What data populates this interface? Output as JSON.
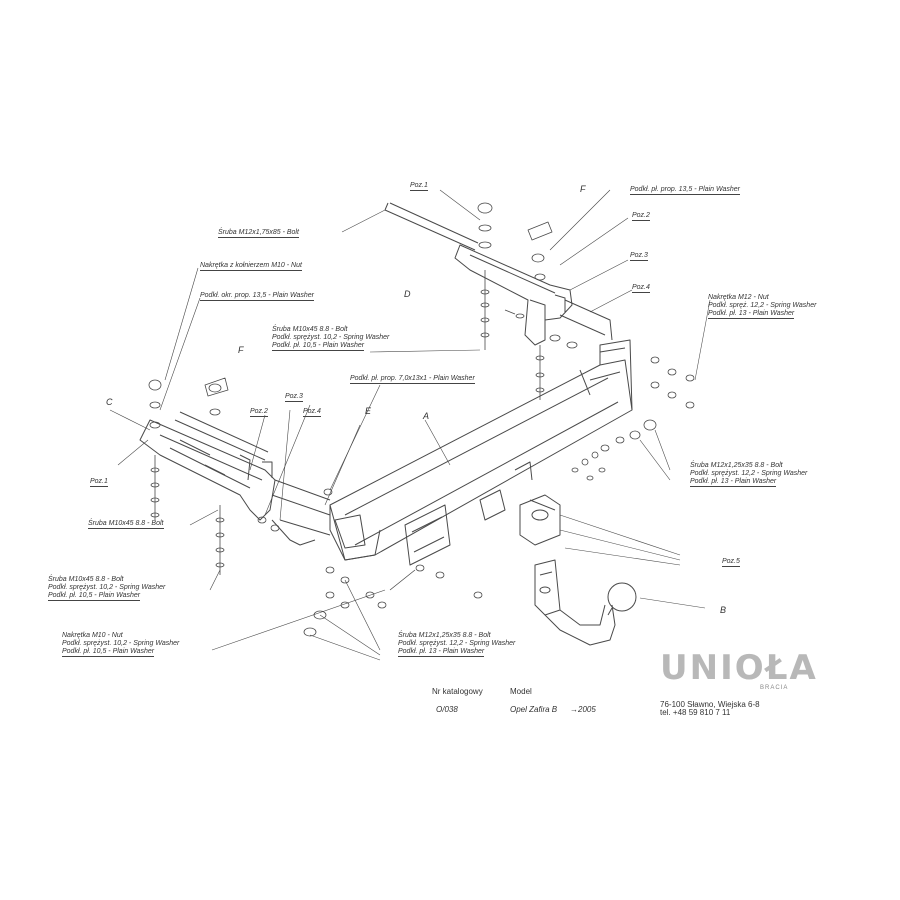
{
  "callouts": {
    "pos1_top": "Poz.1",
    "flat_washer_top": "Podkł. pł. prop. 13,5 - Plain Washer",
    "pos2_top": "Poz.2",
    "pos3_top": "Poz.3",
    "pos4_top": "Poz.4",
    "bolt_top": "Śruba M12x1,75x85 - Bolt",
    "nut_top": "Nakrętka z kołnierzem M10 - Nut",
    "washer_left_top": "Podkł. okr. prop. 13,5 - Plain Washer",
    "spring_nut_right": "Nakrętka M12 - Nut",
    "spring_washer_right": "Podkł. spręż. 12,2 - Spring Washer",
    "plain_washer_right": "Podkł. pł. 13 - Plain Washer",
    "bolt_mid": "Śruba M10x45 8.8 - Bolt",
    "spring_washer_mid": "Podkł. sprężyst. 10,2 - Spring Washer",
    "plain_washer_mid": "Podkł. pł. 10,5 - Plain Washer",
    "plate_washer": "Podkł. pł. prop. 7,0x13x1 - Plain Washer",
    "bolt_right": "Śruba M12x1,25x35 8.8 - Bolt",
    "spring_washer_right2": "Podkł. sprężyst. 12,2 - Spring Washer",
    "plain_washer_right2": "Podkł. pł. 13 - Plain Washer",
    "pos1_left": "Poz.1",
    "pos2_left": "Poz.2",
    "pos3_left": "Poz.3",
    "pos4_left": "Poz.4",
    "bolt_left": "Śruba M10x45 8.8 - Bolt",
    "bolt_lower_left": "Śruba M10x45 8.8 - Bolt",
    "spring_washer_ll": "Podkł. sprężyst. 10,2 - Spring Washer",
    "plain_washer_ll": "Podkł. pł. 10,5 - Plain Washer",
    "nut_lower_left": "Nakrętka M10 - Nut",
    "spring_washer_ll2": "Podkł. sprężyst. 10,2 - Spring Washer",
    "plain_washer_ll2": "Podkł. pł. 10,5 - Plain Washer",
    "bolt_bottom": "Śruba M12x1,25x35 8.8 - Bolt",
    "spring_washer_bottom": "Podkł. sprężyst. 12,2 - Spring Washer",
    "plain_washer_bottom": "Podkł. pł. 13 - Plain Washer",
    "pos5": "Poz.5",
    "letter_A": "A",
    "letter_B": "B",
    "letter_C": "C",
    "letter_D": "D",
    "letter_E": "E",
    "letter_F": "F",
    "letter_F2": "F"
  },
  "titleblock": {
    "code_header": "Nr katalogowy",
    "model_header": "Model",
    "code": "O/038",
    "model": "Opel Zafira B",
    "year": "→2005",
    "company_line1": "76-100 Sławno, Wiejska 6-8",
    "company_line2": "tel. +48 59 810 7 11"
  },
  "logo": {
    "text": "UNIOŁA",
    "sub": "BRACIA"
  },
  "colors": {
    "line": "#4a4a4a",
    "logo": "#b8b8b8"
  }
}
